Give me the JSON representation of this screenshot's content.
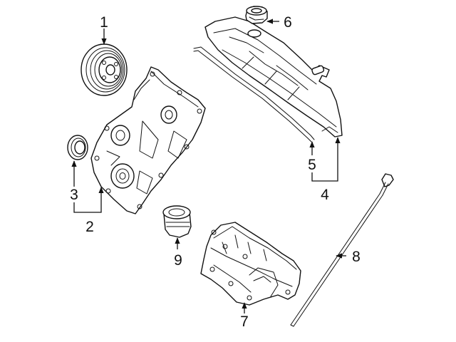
{
  "diagram": {
    "background": "#ffffff",
    "ink": "#111111",
    "callouts": {
      "c1": "1",
      "c2": "2",
      "c3": "3",
      "c4": "4",
      "c5": "5",
      "c6": "6",
      "c7": "7",
      "c8": "8",
      "c9": "9"
    },
    "parts": [
      {
        "callout": "1",
        "icon": "crankshaft-pulley-icon"
      },
      {
        "callout": "2",
        "icon": "timing-cover-icon"
      },
      {
        "callout": "3",
        "icon": "front-seal-icon"
      },
      {
        "callout": "4",
        "icon": "valve-cover-icon"
      },
      {
        "callout": "5",
        "icon": "valve-cover-gasket-icon"
      },
      {
        "callout": "6",
        "icon": "oil-filler-cap-icon"
      },
      {
        "callout": "7",
        "icon": "oil-pan-icon"
      },
      {
        "callout": "8",
        "icon": "dipstick-icon"
      },
      {
        "callout": "9",
        "icon": "oil-filter-icon"
      }
    ]
  }
}
